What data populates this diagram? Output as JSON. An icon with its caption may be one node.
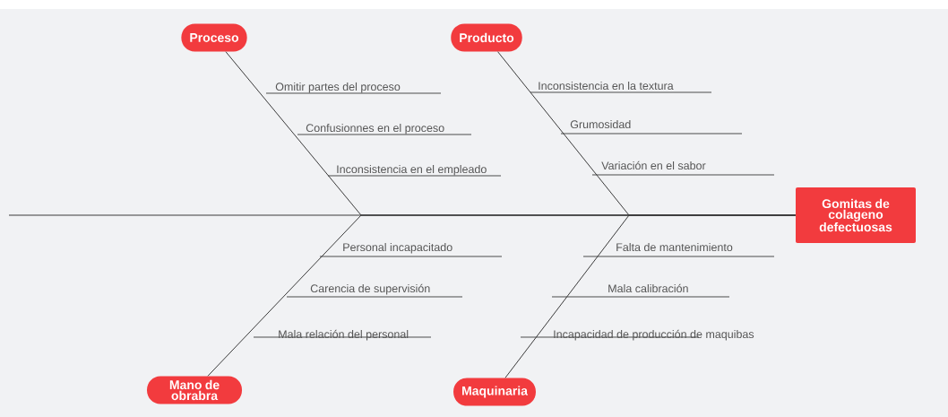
{
  "diagram": {
    "nodes": [
      {
        "text": [
          "Proceso"
        ]
      },
      {
        "text": [
          "Producto"
        ]
      },
      {
        "text": [
          "Gomitas de colageno defectuosas"
        ]
      },
      {
        "text": [
          "Mano de obrabra"
        ]
      },
      {
        "text": [
          "Maquinaria"
        ]
      }
    ],
    "edges": [
      {
        "from": null,
        "to": 2,
        "arrow": "none"
      },
      {
        "from": 0,
        "to": 2,
        "arrow": "none"
      },
      {
        "from": 1,
        "to": 2,
        "arrow": "none"
      },
      {
        "from": 3,
        "to": 2,
        "arrow": "none"
      },
      {
        "from": 4,
        "to": 2,
        "arrow": "none"
      }
    ],
    "labels": [
      "Omitir partes del proceso",
      "Confusionnes en el proceso",
      "Inconsistencia en el empleado",
      "Inconsistencia en la textura",
      "Grumosidad",
      "Variación en el sabor",
      "Personal incapacitado",
      "Carencia de supervisión",
      "Mala relación del personal",
      "Falta de mantenimiento",
      "Mala calibración",
      "Incapacidad de producción de maquibas"
    ]
  }
}
